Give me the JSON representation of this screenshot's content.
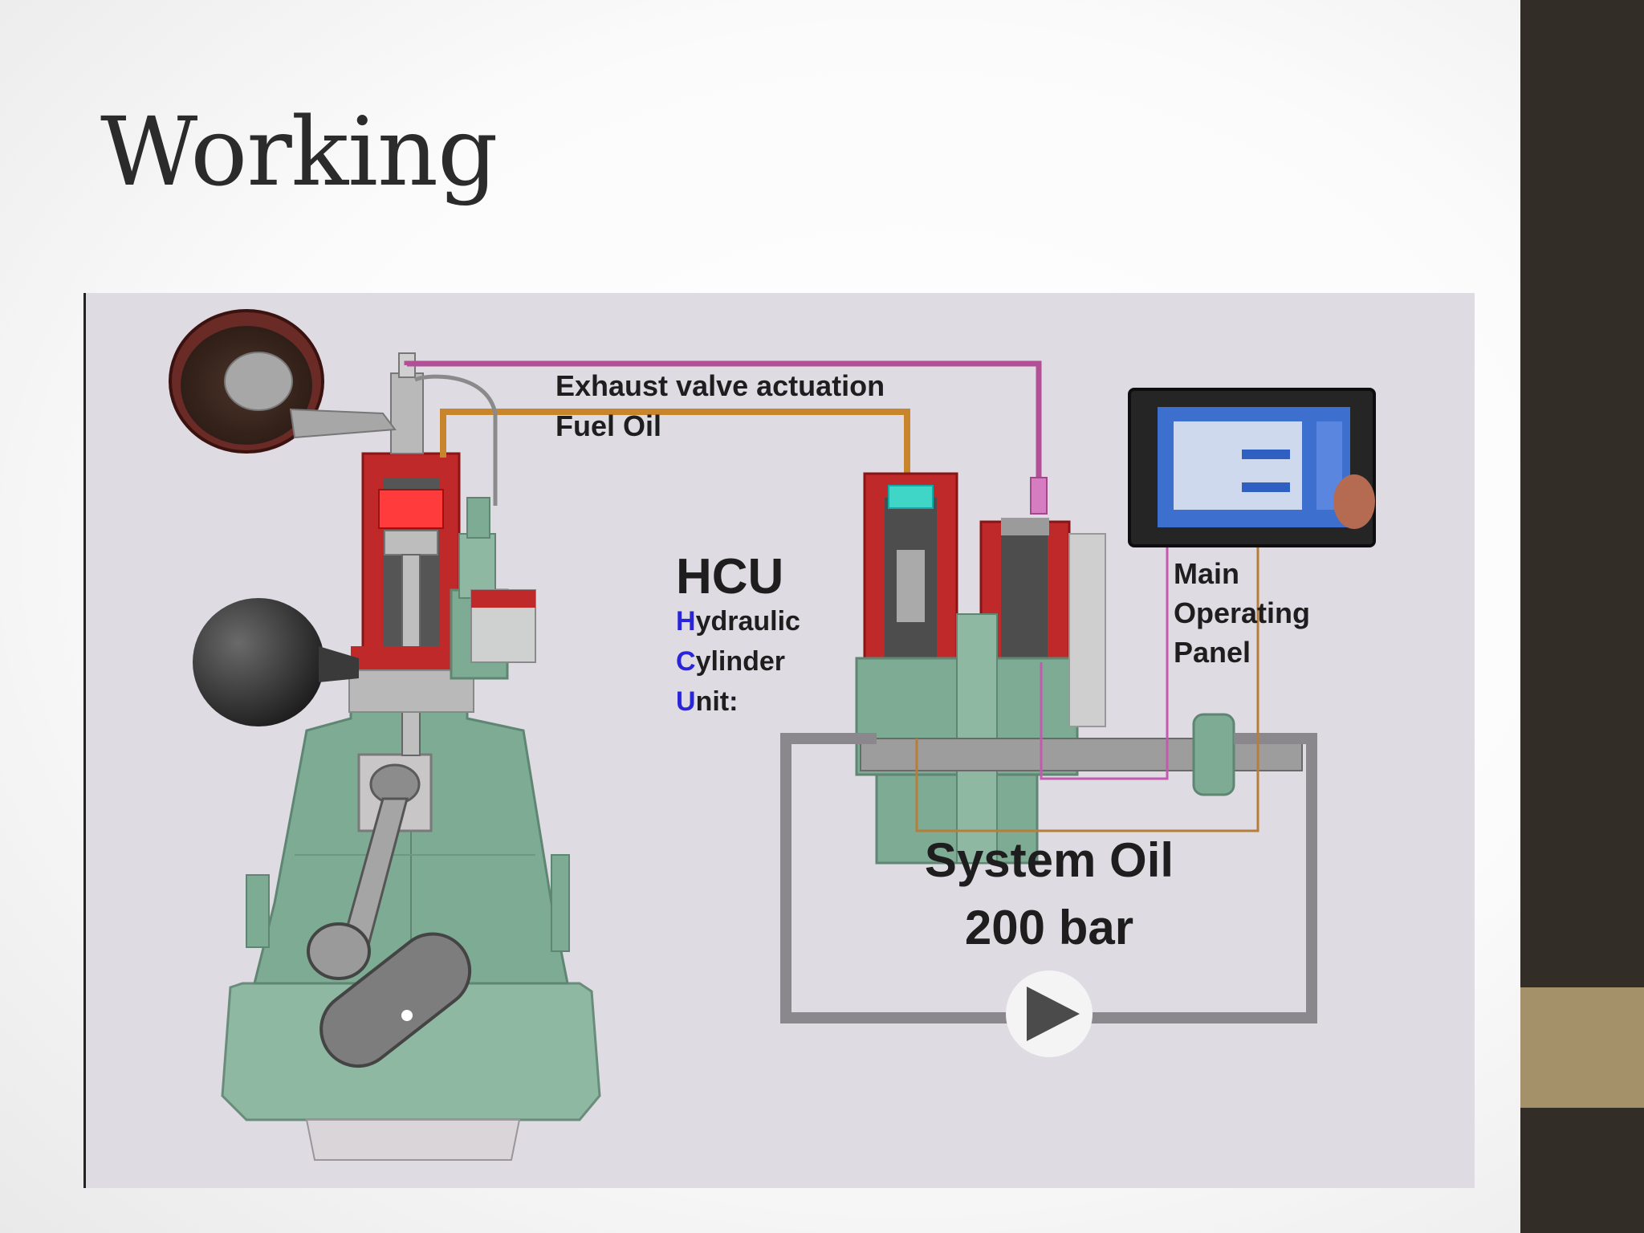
{
  "slide": {
    "title": "Working"
  },
  "diagram": {
    "labels": {
      "exhaust": "Exhaust  valve actuation",
      "fuel": "Fuel Oil",
      "hcu_title": "HCU",
      "hcu_lines": [
        {
          "initial": "H",
          "rest": "ydraulic"
        },
        {
          "initial": "C",
          "rest": "ylinder"
        },
        {
          "initial": "U",
          "rest": "nit:"
        }
      ],
      "panel": [
        "Main",
        "Operating",
        "Panel"
      ],
      "system_oil": "System Oil",
      "pressure": "200 bar"
    },
    "colors": {
      "engine_green": "#7eab94",
      "cutaway_red": "#c0292a",
      "exhaust_line": "#b24f97",
      "fuel_line": "#c9852b",
      "hcu_initial": "#2a25d8",
      "oil_loop": "#8a878d"
    },
    "icons": [
      "pump-triangle-icon",
      "touchscreen-panel-icon"
    ]
  }
}
